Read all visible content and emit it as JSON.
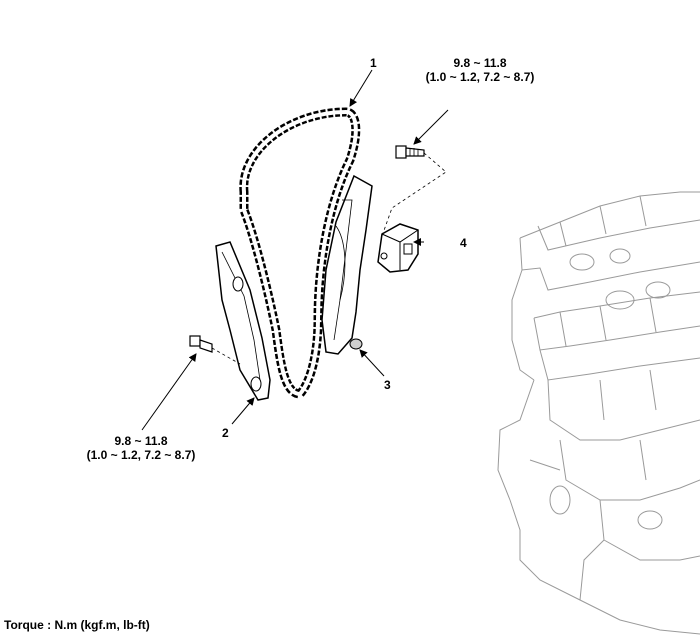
{
  "callouts": {
    "chain": "1",
    "guide": "2",
    "tensioner_arm": "3",
    "tensioner": "4"
  },
  "torque_tensioner_bolt": {
    "nm": "9.8 ~ 11.8",
    "alt": "(1.0 ~ 1.2, 7.2 ~ 8.7)"
  },
  "torque_guide_bolt": {
    "nm": "9.8 ~ 11.8",
    "alt": "(1.0 ~ 1.2, 7.2 ~ 8.7)"
  },
  "footer": {
    "torque_units": "Torque : N.m (kgf.m, lb-ft)"
  },
  "colors": {
    "line": "#000000",
    "engine_outline": "#9a9a9a",
    "part_shade": "#cfcfcf"
  }
}
